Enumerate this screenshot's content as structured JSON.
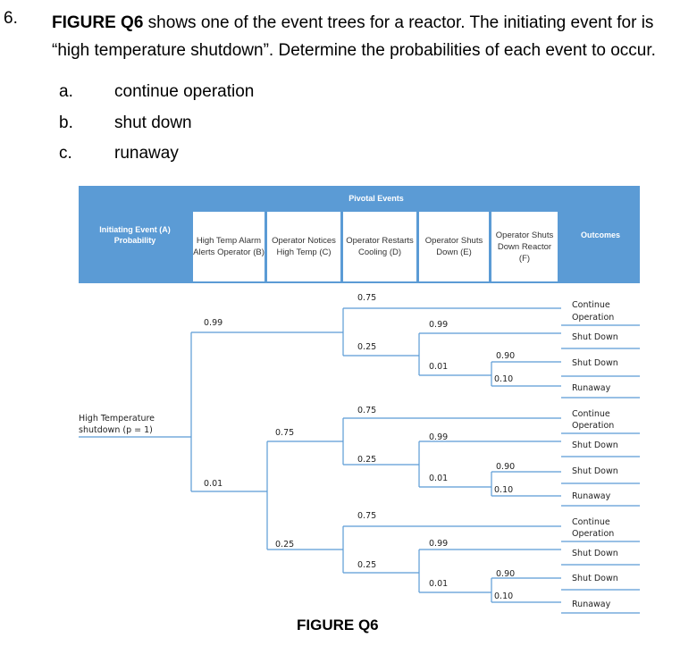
{
  "question": {
    "number": "6.",
    "label": "FIGURE Q6",
    "text_part1": " shows one of the event trees for a reactor. The initiating event for is “high temperature shutdown”. Determine the probabilities of each event to occur."
  },
  "options": [
    {
      "letter": "a.",
      "text": "continue operation"
    },
    {
      "letter": "b.",
      "text": "shut down"
    },
    {
      "letter": "c.",
      "text": "runaway"
    }
  ],
  "table_header": {
    "initiating": "Initiating Event (A) Probability",
    "pivotal": "Pivotal Events",
    "columns": [
      "High Temp Alarm Alerts Operator (B)",
      "Operator Notices High Temp (C)",
      "Operator Restarts Cooling (D)",
      "Operator Shuts Down (E)",
      "Operator Shuts Down Reactor (F)"
    ],
    "outcomes": "Outcomes"
  },
  "initiating_event": {
    "line1": "High Temperature",
    "line2": "shutdown (p = 1)"
  },
  "probabilities": {
    "b_upper": "0.99",
    "b_lower": "0.01",
    "c_upper": "0.75",
    "c_lower": "0.25",
    "d1_upper": "0.75",
    "d1_lower": "0.25",
    "d2_upper": "0.75",
    "d2_lower": "0.25",
    "d3_upper": "0.75",
    "d3_lower": "0.25",
    "e1_upper": "0.99",
    "e1_lower": "0.01",
    "e2_upper": "0.99",
    "e2_lower": "0.01",
    "e3_upper": "0.99",
    "e3_lower": "0.01",
    "f1_upper": "0.90",
    "f1_lower": "0.10",
    "f2_upper": "0.90",
    "f2_lower": "0.10",
    "f3_upper": "0.90",
    "f3_lower": "0.10"
  },
  "outcomes": [
    {
      "line1": "Continue",
      "line2": "Operation"
    },
    {
      "line1": "Shut Down",
      "line2": ""
    },
    {
      "line1": "Shut Down",
      "line2": ""
    },
    {
      "line1": "Runaway",
      "line2": ""
    },
    {
      "line1": "Continue",
      "line2": "Operation"
    },
    {
      "line1": "Shut Down",
      "line2": ""
    },
    {
      "line1": "Shut Down",
      "line2": ""
    },
    {
      "line1": "Runaway",
      "line2": ""
    },
    {
      "line1": "Continue",
      "line2": "Operation"
    },
    {
      "line1": "Shut Down",
      "line2": ""
    },
    {
      "line1": "Shut Down",
      "line2": ""
    },
    {
      "line1": "Runaway",
      "line2": ""
    }
  ],
  "caption": "FIGURE Q6",
  "colors": {
    "header_blue": "#5b9bd5",
    "tree_line": "#5b9bd5"
  }
}
